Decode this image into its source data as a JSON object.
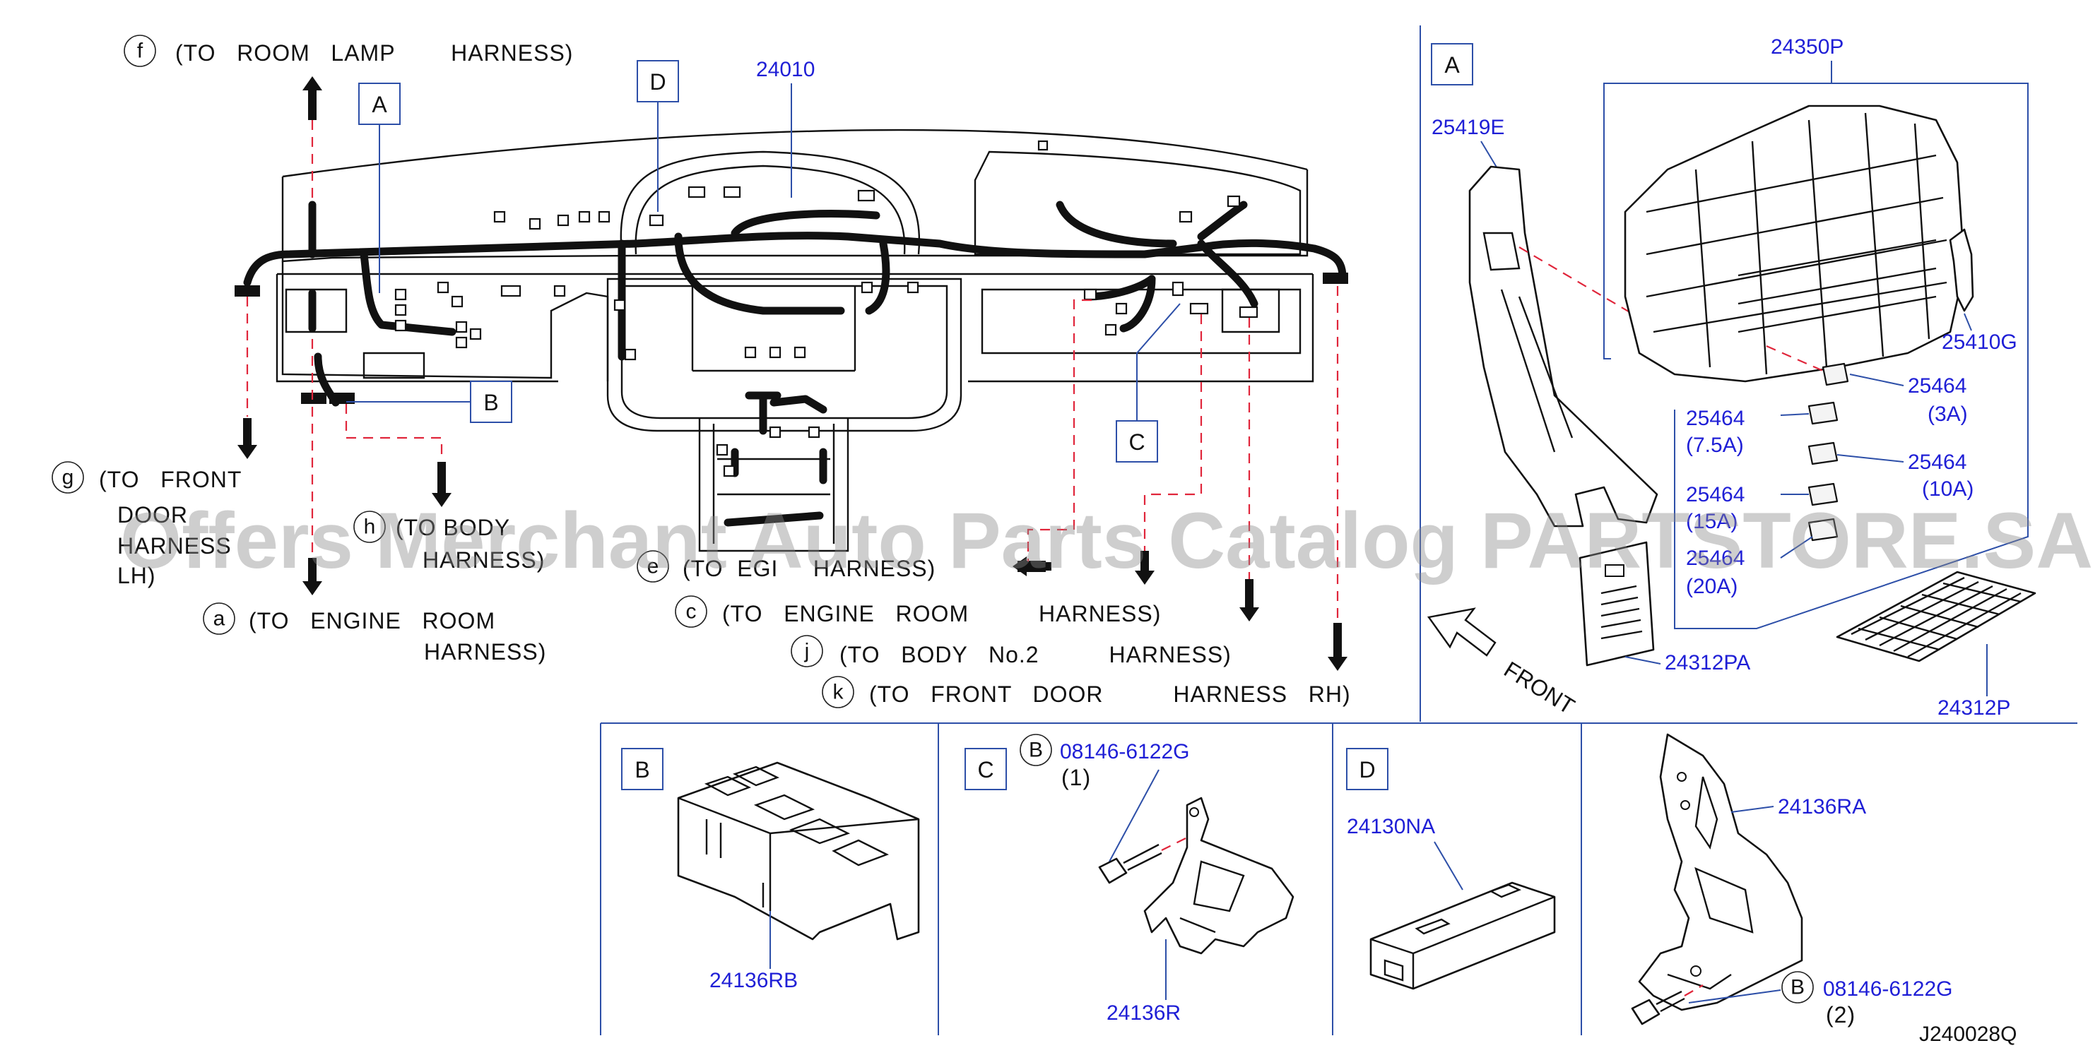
{
  "diagram": {
    "main_part": "24010",
    "view_callouts": [
      "A",
      "D",
      "B",
      "C"
    ],
    "destinations": [
      {
        "letter": "f",
        "lines": [
          "(TO   ROOM   LAMP        HARNESS)"
        ]
      },
      {
        "letter": "g",
        "lines": [
          "(TO   FRONT",
          "DOOR",
          "HARNESS",
          "LH)"
        ]
      },
      {
        "letter": "h",
        "lines": [
          "(TO BODY",
          "HARNESS)"
        ]
      },
      {
        "letter": "a",
        "lines": [
          "(TO   ENGINE   ROOM",
          "HARNESS)"
        ]
      },
      {
        "letter": "e",
        "lines": [
          "(TO  EGI     HARNESS)"
        ]
      },
      {
        "letter": "c",
        "lines": [
          "(TO   ENGINE   ROOM          HARNESS)"
        ]
      },
      {
        "letter": "j",
        "lines": [
          "(TO   BODY   No.2          HARNESS)"
        ]
      },
      {
        "letter": "k",
        "lines": [
          "(TO   FRONT   DOOR          HARNESS   RH)"
        ]
      }
    ],
    "watermark": "Offers Merchant Auto Parts Catalog PARTSTORE.SA",
    "panel_a": {
      "tag": "A",
      "parts": {
        "p24350P": "24350P",
        "p25419E": "25419E",
        "p25410G": "25410G",
        "fuse_3a": {
          "num": "25464",
          "rating": "(3A)"
        },
        "fuse_7_5a": {
          "num": "25464",
          "rating": "(7.5A)"
        },
        "fuse_10a": {
          "num": "25464",
          "rating": "(10A)"
        },
        "fuse_15a": {
          "num": "25464",
          "rating": "(15A)"
        },
        "fuse_20a": {
          "num": "25464",
          "rating": "(20A)"
        },
        "p24312PA": "24312PA",
        "p24312P": "24312P"
      },
      "front_label": "FRONT"
    },
    "panel_b": {
      "tag": "B",
      "part": "24136RB"
    },
    "panel_c": {
      "tag": "C",
      "bolt_ref": "B",
      "bolt": "08146-6122G",
      "qty": "(1)",
      "part": "24136R"
    },
    "panel_d": {
      "tag": "D",
      "part": "24130NA"
    },
    "panel_e": {
      "part": "24136RA",
      "bolt_ref": "B",
      "bolt": "08146-6122G",
      "qty": "(2)"
    },
    "diagram_code": "J240028Q"
  },
  "colors": {
    "part_number": "#1f1fd6",
    "leader": "#2d4fa8",
    "dashed": "#e0263b"
  }
}
